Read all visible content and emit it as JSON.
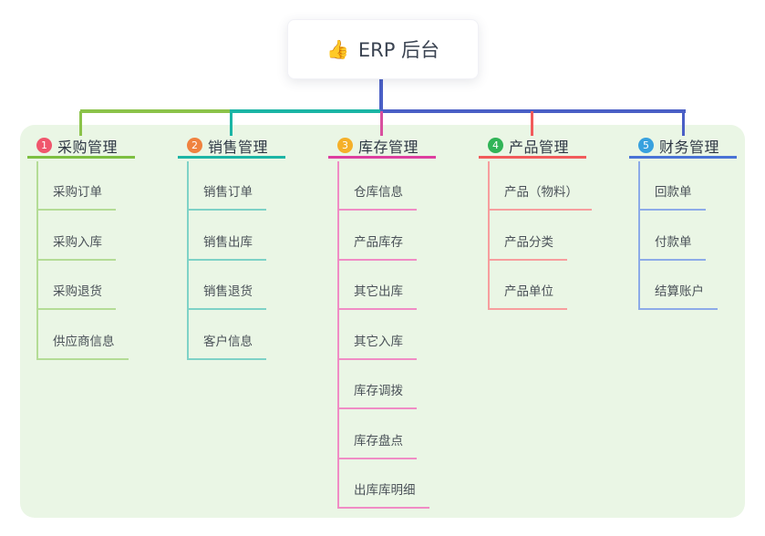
{
  "root": {
    "icon": "👍",
    "label": "ERP 后台"
  },
  "colors": {
    "panel_background": "#eaf6e5",
    "trunk_blue": "#4a5fc6",
    "branch_line_colors": [
      "#7dbf41",
      "#1cb5a5",
      "#dd3f9f",
      "#f15b5b",
      "#4a73d6"
    ],
    "badge_colors": [
      "#f0566d",
      "#f0823f",
      "#f5b02a",
      "#31b457",
      "#38a1de"
    ]
  },
  "branches": [
    {
      "number": "1",
      "label": "采购管理",
      "children": [
        "采购订单",
        "采购入库",
        "采购退货",
        "供应商信息"
      ]
    },
    {
      "number": "2",
      "label": "销售管理",
      "children": [
        "销售订单",
        "销售出库",
        "销售退货",
        "客户信息"
      ]
    },
    {
      "number": "3",
      "label": "库存管理",
      "children": [
        "仓库信息",
        "产品库存",
        "其它出库",
        "其它入库",
        "库存调拨",
        "库存盘点",
        "出库库明细"
      ]
    },
    {
      "number": "4",
      "label": "产品管理",
      "children": [
        "产品（物料）",
        "产品分类",
        "产品单位"
      ]
    },
    {
      "number": "5",
      "label": "财务管理",
      "children": [
        "回款单",
        "付款单",
        "结算账户"
      ]
    }
  ]
}
